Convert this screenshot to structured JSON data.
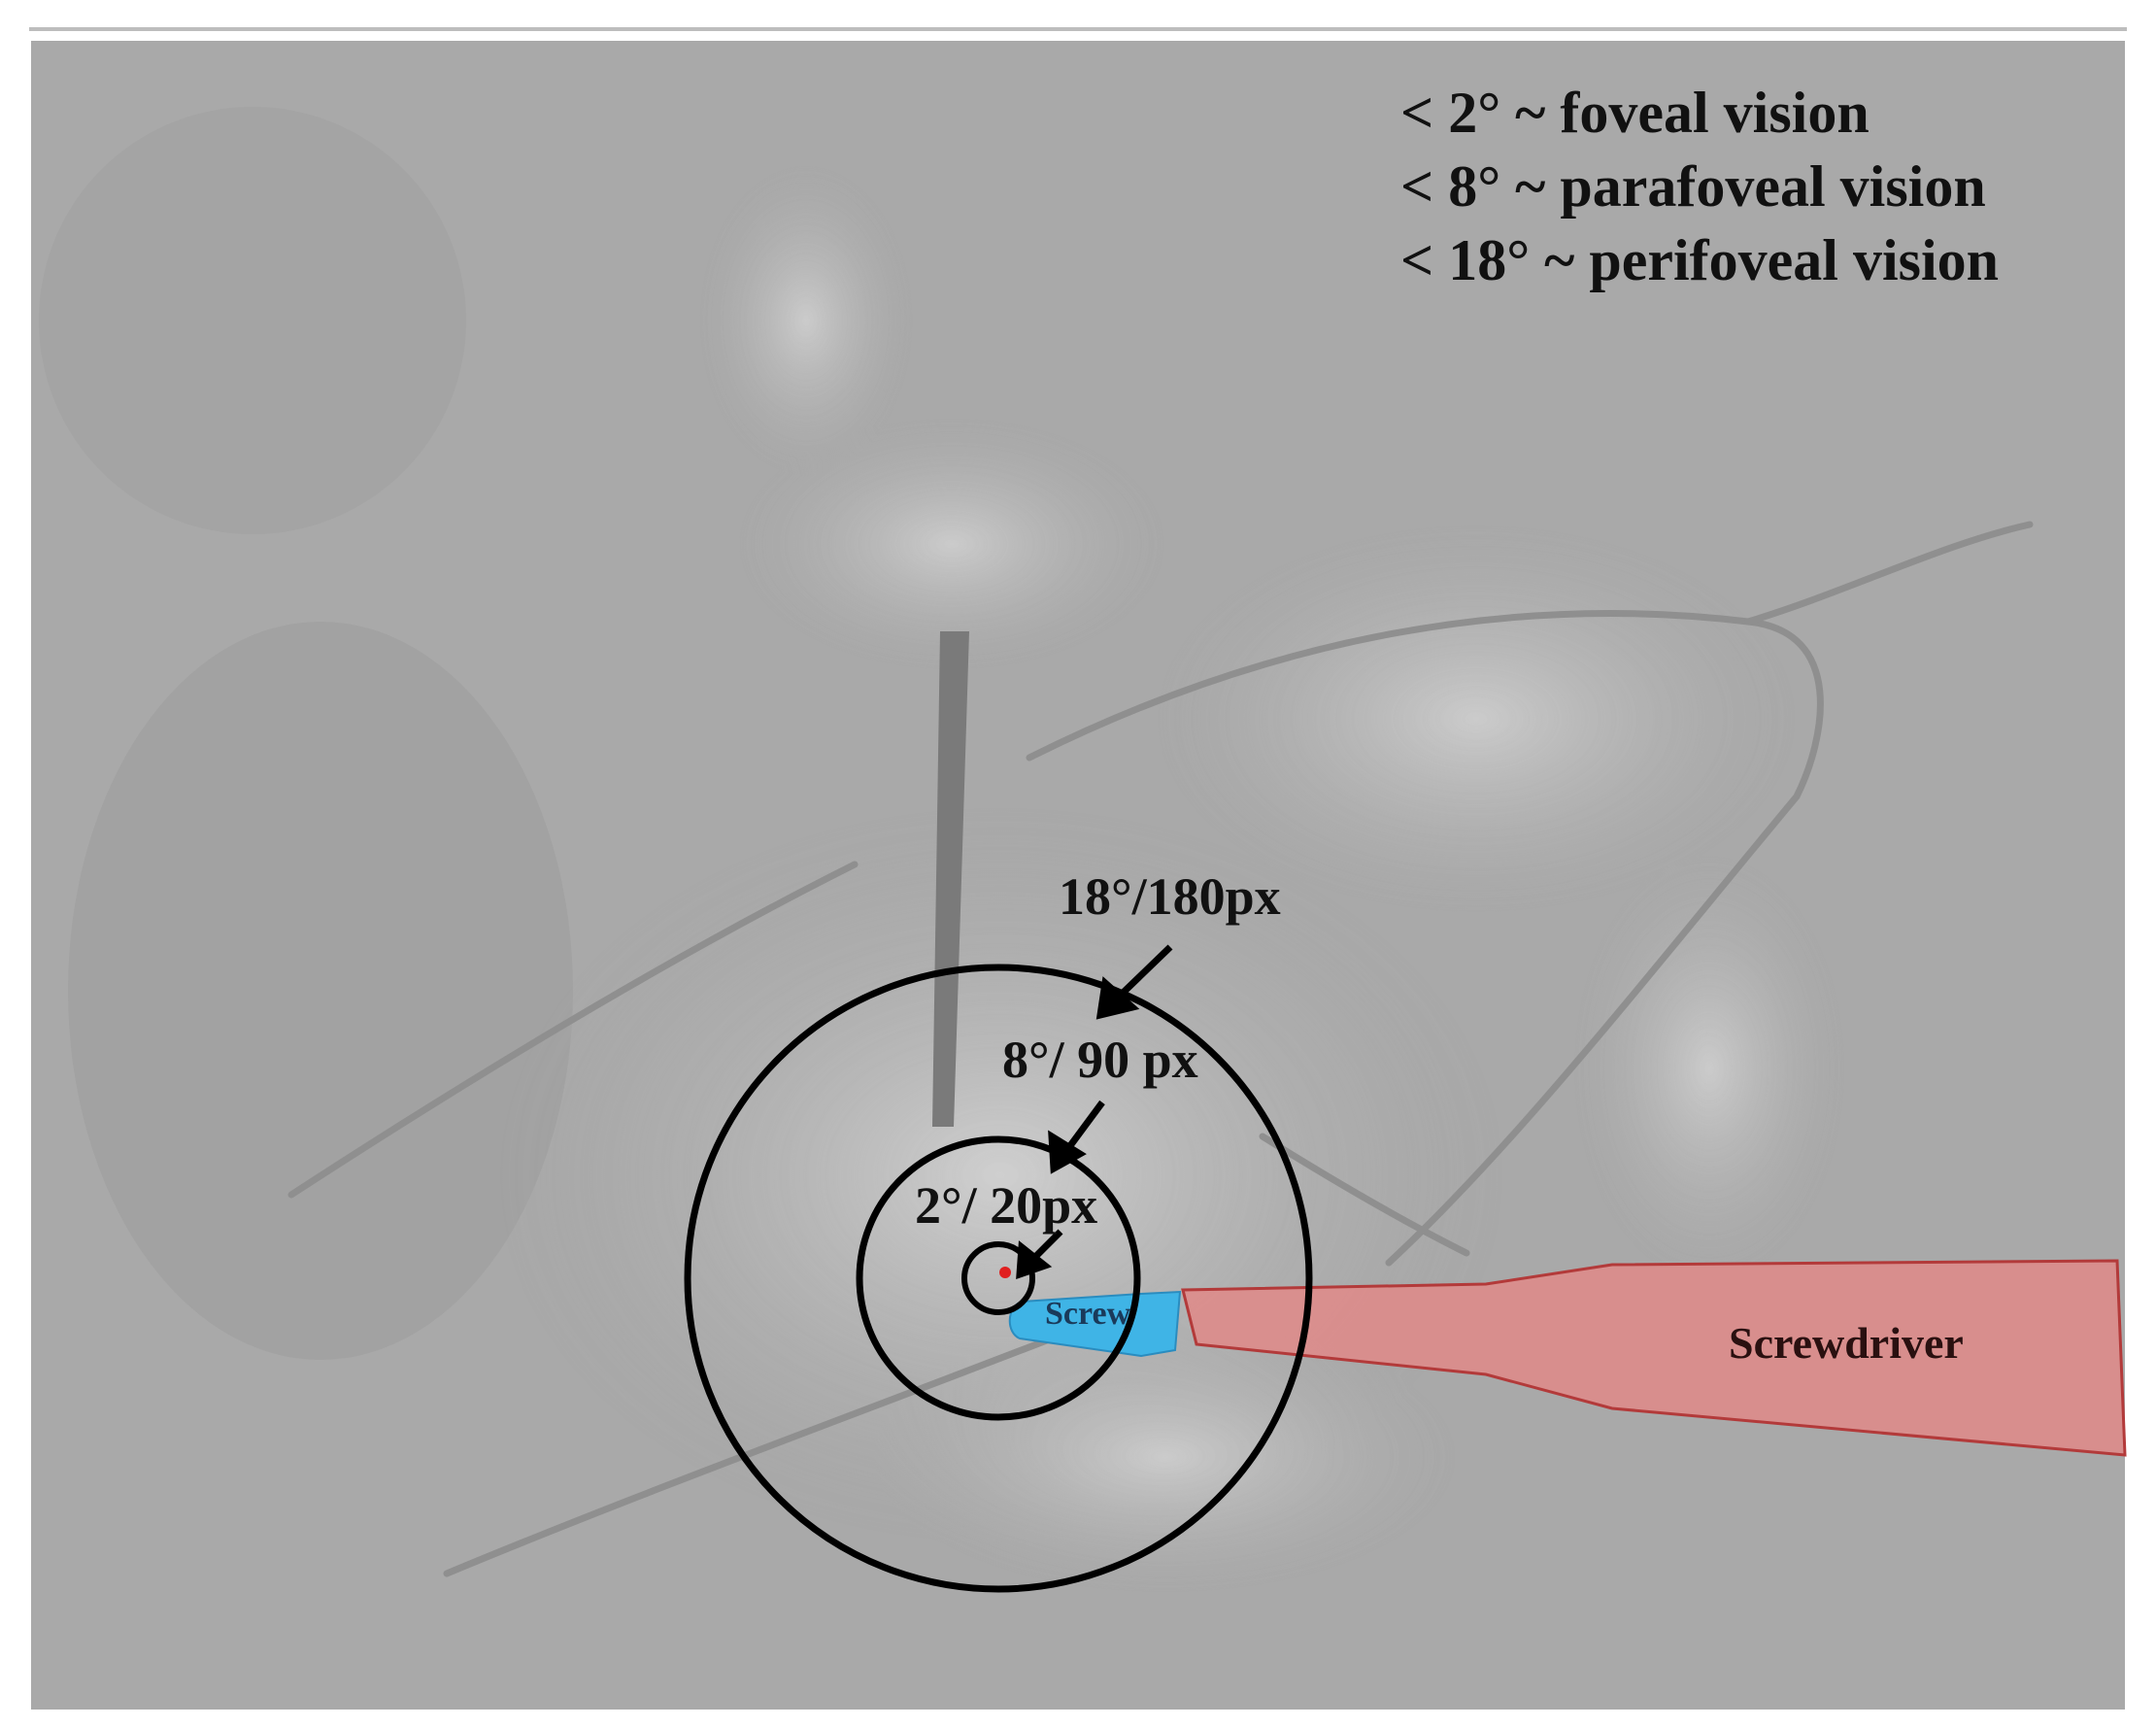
{
  "legend": [
    {
      "text": "< 2° ~ foveal vision"
    },
    {
      "text": "< 8° ~ parafoveal vision"
    },
    {
      "text": "< 18° ~ perifoveal vision"
    }
  ],
  "rings": [
    {
      "label": "18°/180px"
    },
    {
      "label": "8°/ 90 px"
    },
    {
      "label": "2°/ 20px"
    }
  ],
  "instruments": {
    "screw_label": "Screw",
    "screwdriver_label": "Screwdriver"
  },
  "colors": {
    "screw": "#3fb4e6",
    "screwdriver": "#e08a88",
    "screwdriver_stroke": "#b33a3a",
    "gaze_point": "#e02020",
    "ring": "#000000",
    "photo_background": "#a9a9a9"
  }
}
